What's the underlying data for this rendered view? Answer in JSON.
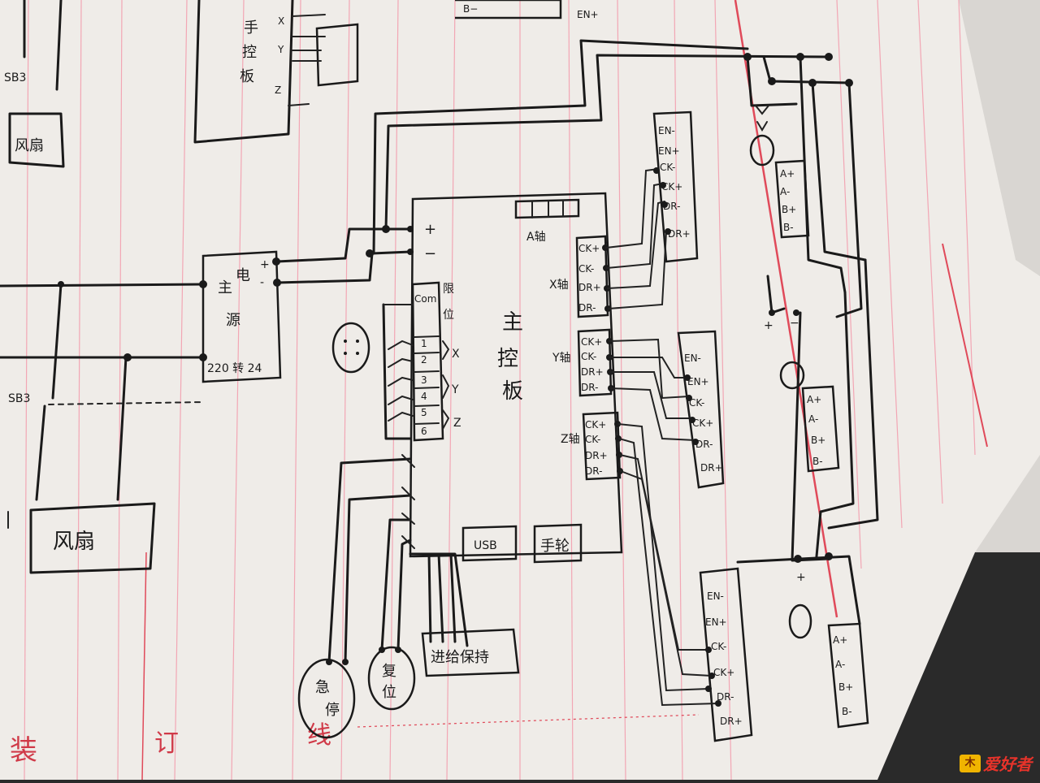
{
  "main_board": {
    "title_parts": [
      "主",
      "控",
      "板"
    ],
    "power_plus": "+",
    "power_minus": "−"
  },
  "limit_block": {
    "com": "Com",
    "title": [
      "限",
      "位"
    ],
    "pins": [
      "1",
      "2",
      "3",
      "4",
      "5",
      "6"
    ],
    "axes": [
      "X",
      "Y",
      "Z"
    ]
  },
  "axis_groups": [
    {
      "label": "X轴",
      "pins": [
        "CK+",
        "CK-",
        "DR+",
        "DR-"
      ]
    },
    {
      "label": "Y轴",
      "pins": [
        "CK+",
        "CK-",
        "DR+",
        "DR-"
      ]
    },
    {
      "label": "Z轴",
      "pins": [
        "CK+",
        "CK-",
        "DR+",
        "DR-"
      ]
    }
  ],
  "a_axis_label": "A轴",
  "usb": "USB",
  "handwheel": "手轮",
  "power_supply": {
    "title": [
      "主",
      "电",
      "源"
    ],
    "plus": "+",
    "minus": "-",
    "bottom": "220 转 24"
  },
  "fan_left_top": "风扇",
  "fan_left_bottom": "风扇",
  "sb_labels": [
    "SB3",
    "SB3"
  ],
  "drivers": [
    {
      "input_pins": [
        "EN-",
        "EN+",
        "CK-",
        "CK+",
        "DR-",
        "DR+"
      ],
      "motor_pins": [
        "A+",
        "A-",
        "B+",
        "B-"
      ]
    },
    {
      "input_pins": [
        "EN-",
        "EN+",
        "CK-",
        "CK+",
        "DR-",
        "DR+"
      ],
      "motor_pins": [
        "A+",
        "A-",
        "B+",
        "B-"
      ]
    },
    {
      "input_pins": [
        "EN-",
        "EN+",
        "CK-",
        "CK+",
        "DR-",
        "DR+"
      ],
      "motor_pins": [
        "A+",
        "A-",
        "B+",
        "B-"
      ]
    }
  ],
  "driver_power": {
    "plus": "+",
    "minus": "−"
  },
  "emergency_stop": [
    "急",
    "停"
  ],
  "reset": [
    "复",
    "位"
  ],
  "feed_hold": "进给保持",
  "top_board": {
    "chars": [
      "手",
      "控",
      "板"
    ],
    "pins": [
      "X",
      "Y",
      "Z"
    ]
  },
  "top_snip": {
    "b_minus": "B−",
    "en_plus": "EN+"
  },
  "margin_marks": [
    "装",
    "订",
    "线"
  ],
  "watermark": {
    "logo": "木",
    "brand": "爱好者"
  },
  "colors": {
    "paper": "#f1eeea",
    "ink": "#1a1a1a",
    "margin_red": "#e04a5a",
    "ruled_pink": "#f2a6b4",
    "desk": "#2a2a2a"
  }
}
